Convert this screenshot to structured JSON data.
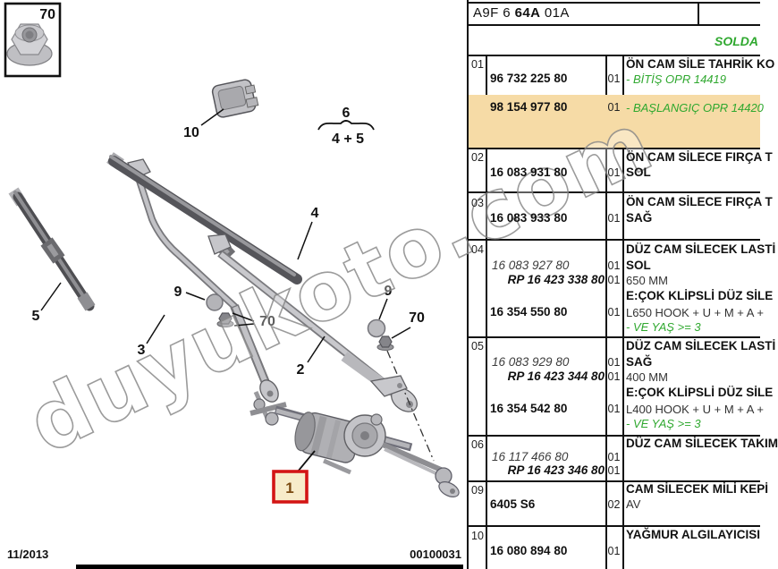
{
  "header": {
    "code_prefix": "A9F 6 ",
    "code_bold": "64A",
    "code_suffix": " 01A",
    "side_label": "SOLDA"
  },
  "footer": {
    "date": "11/2013",
    "doc_number": "00100031"
  },
  "colors": {
    "highlight": "#f6dba6",
    "green_note": "#2fa82f",
    "callout_box_border": "#d31515",
    "callout_box_bg": "#f7ecca"
  },
  "diagram": {
    "watermark": "duyukoto.com",
    "labels": {
      "boxed_nut": "70",
      "sensor": "10",
      "group_num": "6",
      "group_sum": "4 + 5",
      "blade_left": "5",
      "arm_left": "3",
      "blade_right": "4",
      "arm_right": "2",
      "cap_left": "9",
      "nut_left": "70",
      "cap_right": "9",
      "nut_right": "70",
      "assembly": "1"
    }
  },
  "table": {
    "rows": [
      {
        "num": "01",
        "title": "ÖN CAM SİLE TAHRİK KO",
        "part1": "96 732 225 80",
        "qty1": "01",
        "note1": "- BİTİŞ OPR 14419",
        "part2": "98 154 977 80",
        "qty2": "01",
        "note2": "- BAŞLANGIÇ OPR 14420"
      },
      {
        "num": "02",
        "title": "ÖN CAM SİLECE FIRÇA T",
        "part": "16 083 931 80",
        "qty": "01",
        "sub": "SOL"
      },
      {
        "num": "03",
        "title": "ÖN CAM SİLECE FIRÇA T",
        "part": "16 083 933 80",
        "qty": "01",
        "sub": "SAĞ"
      },
      {
        "num": "04",
        "title": "DÜZ CAM SİLECEK LASTİ",
        "part1": "16 083 927 80",
        "qty1": "01",
        "sub1": "SOL",
        "part2": "RP 16 423 338 80",
        "qty2": "01",
        "sub2": "650 MM",
        "line3": "E:ÇOK KLİPSLİ DÜZ SİLE",
        "part3": "16 354 550 80",
        "qty3": "01",
        "sub3": "L650 HOOK + U + M + A +",
        "note": "- VE YAŞ >= 3"
      },
      {
        "num": "05",
        "title": "DÜZ CAM SİLECEK LASTİ",
        "part1": "16 083 929 80",
        "qty1": "01",
        "sub1": "SAĞ",
        "part2": "RP 16 423 344 80",
        "qty2": "01",
        "sub2": "400 MM",
        "line3": "E:ÇOK KLİPSLİ DÜZ SİLE",
        "part3": "16 354 542 80",
        "qty3": "01",
        "sub3": "L400 HOOK + U + M + A +",
        "note": "- VE YAŞ >= 3"
      },
      {
        "num": "06",
        "title": "DÜZ CAM SİLECEK TAKIM",
        "part1": "16 117 466 80",
        "qty1": "01",
        "part2": "RP 16 423 346 80",
        "qty2": "01"
      },
      {
        "num": "09",
        "title": "CAM SİLECEK MİLİ KEPİ",
        "part": "6405 S6",
        "qty": "02",
        "sub": "AV"
      },
      {
        "num": "10",
        "title": "YAĞMUR ALGILAYICISI",
        "part": "16 080 894 80",
        "qty": "01"
      }
    ]
  }
}
